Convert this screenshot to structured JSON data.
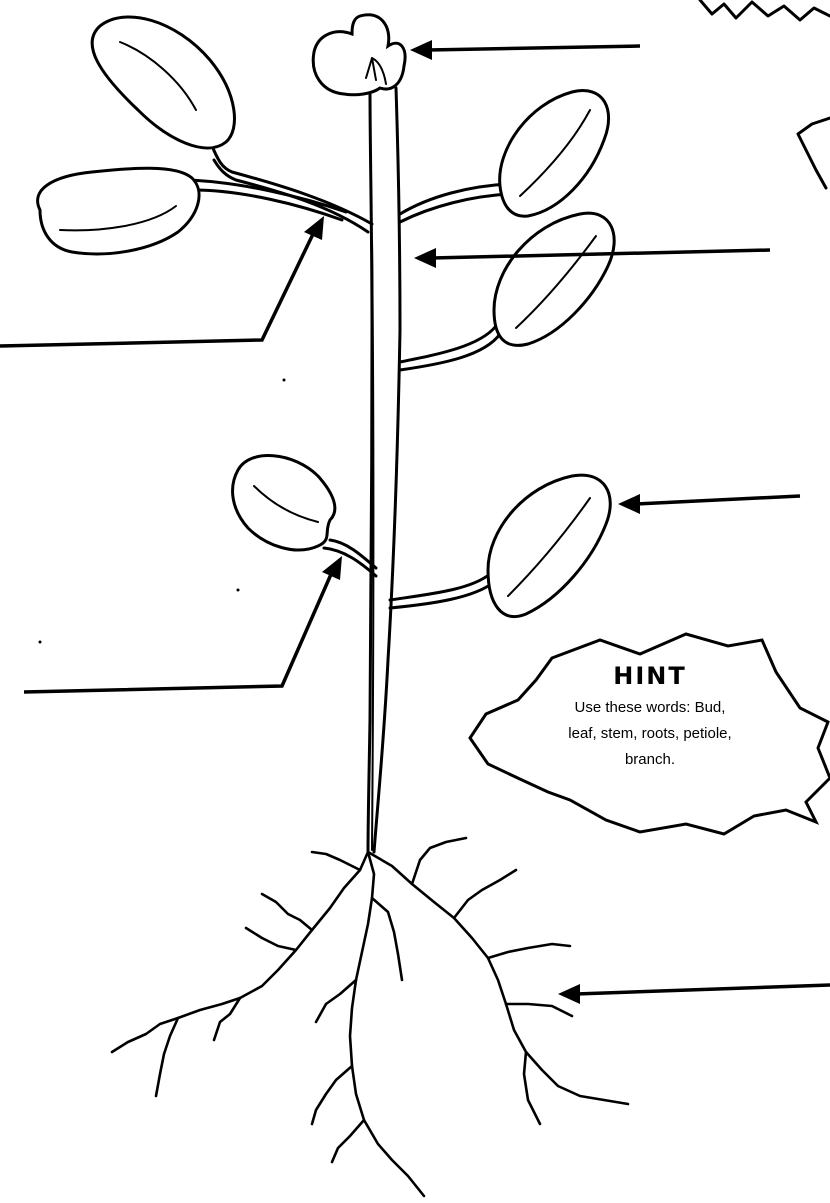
{
  "hint": {
    "title": "HINT",
    "lines": [
      "Use these words: Bud,",
      "leaf, stem, roots, petiole,",
      "branch."
    ]
  }
}
